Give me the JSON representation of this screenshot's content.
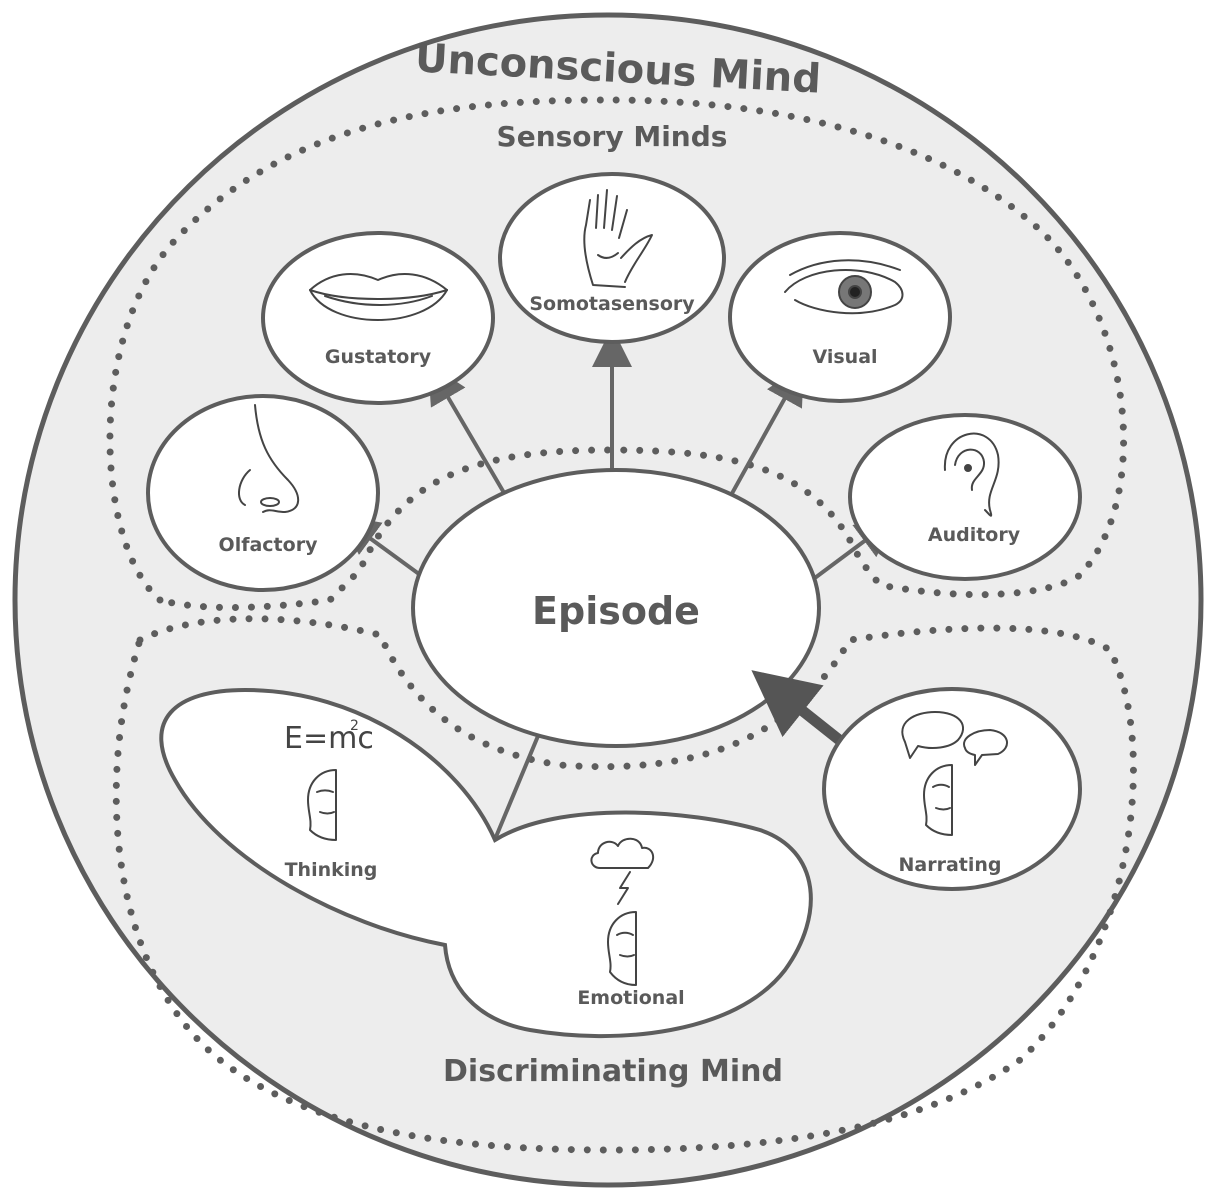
{
  "diagram": {
    "title": "Unconscious Mind",
    "regions": {
      "sensory": "Sensory Minds",
      "discriminating": "Discriminating Mind"
    },
    "center": "Episode",
    "sensory_nodes": {
      "somatosensory": "Somotasensory",
      "gustatory": "Gustatory",
      "visual": "Visual",
      "olfactory": "Olfactory",
      "auditory": "Auditory"
    },
    "discriminating_nodes": {
      "thinking": "Thinking",
      "emotional": "Emotional",
      "narrating": "Narrating"
    },
    "formula": {
      "base": "E=mc",
      "exponent": "2"
    }
  }
}
